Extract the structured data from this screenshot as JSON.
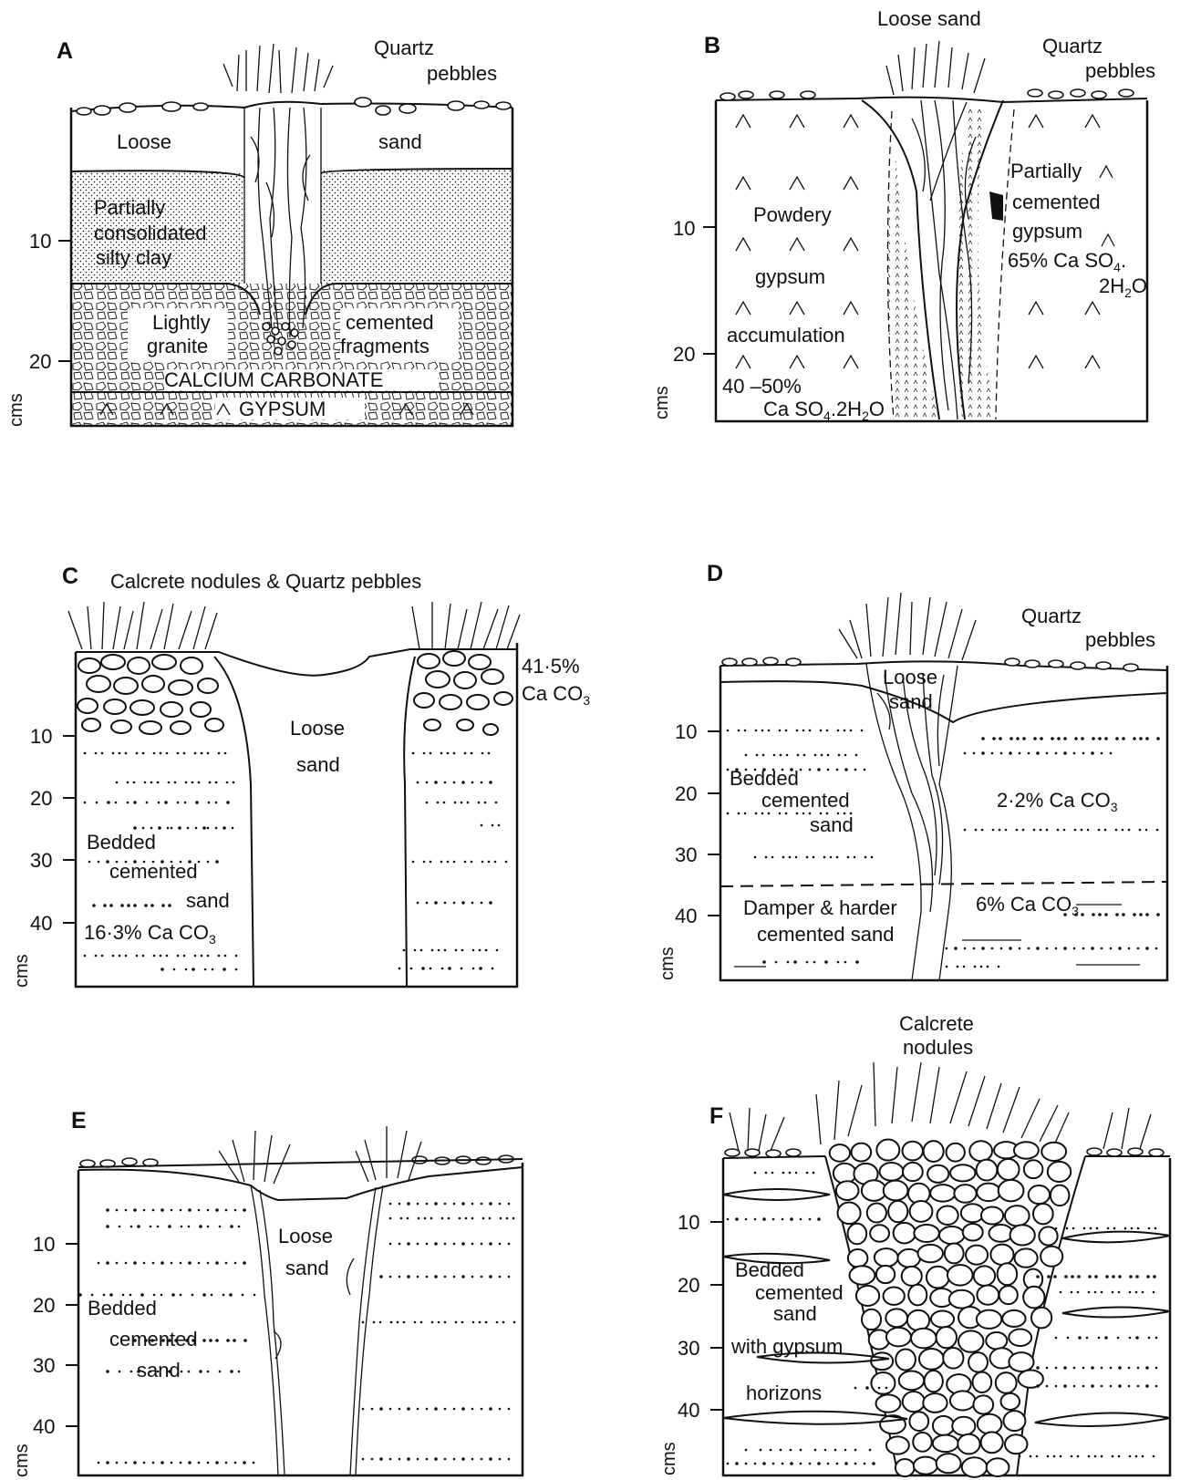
{
  "panels": {
    "A": {
      "letter": "A",
      "quartz_1": "Quartz",
      "quartz_2": "pebbles",
      "loose": "Loose",
      "sand": "sand",
      "pc_1": "Partially",
      "pc_2": "consolidated",
      "pc_3": "silty clay",
      "lg_1": "Lightly",
      "lg_2": "granite",
      "cf_1": "cemented",
      "cf_2": "fragments",
      "calcium": "CALCIUM CARBONATE",
      "gypsum": "GYPSUM",
      "ticks": [
        "10",
        "20"
      ],
      "cms": "cms"
    },
    "B": {
      "letter": "B",
      "loose_sand": "Loose sand",
      "quartz_1": "Quartz",
      "quartz_2": "pebbles",
      "powdery": "Powdery",
      "gypsum": "gypsum",
      "accumulation": "accumulation",
      "pct_1": "40 –50%",
      "pct_2_main": "Ca SO",
      "pct_2_sub": "4",
      "pct_2_tail": ".2H",
      "pct_2_sub2": "2",
      "pct_2_end": "O",
      "pcg_1": "Partially",
      "pcg_2": "cemented",
      "pcg_3": "gypsum",
      "pcg_4_main": "65% Ca SO",
      "pcg_4_sub": "4",
      "pcg_4_end": ".",
      "pcg_5_main": "2H",
      "pcg_5_sub": "2",
      "pcg_5_end": "O",
      "ticks": [
        "10",
        "20"
      ],
      "cms": "cms"
    },
    "C": {
      "letter": "C",
      "top_label": "Calcrete nodules & Quartz pebbles",
      "pct_1": "41·5%",
      "pct_2_main": "Ca CO",
      "pct_2_sub": "3",
      "loose": "Loose",
      "sand": "sand",
      "bedded": "Bedded",
      "cemented": "cemented",
      "sand2": "sand",
      "pct_3_main": "16·3% Ca CO",
      "pct_3_sub": "3",
      "ticks": [
        "10",
        "20",
        "30",
        "40"
      ],
      "cms": "cms"
    },
    "D": {
      "letter": "D",
      "quartz_1": "Quartz",
      "quartz_2": "pebbles",
      "loose": "Loose",
      "sand": "sand",
      "bedded": "Bedded",
      "cemented": "cemented",
      "sand2": "sand",
      "pct_1_main": "2·2% Ca CO",
      "pct_1_sub": "3",
      "damper": "Damper & harder",
      "cemented_sand": "cemented sand",
      "pct_2_main": "6% Ca CO",
      "pct_2_sub": "3",
      "ticks": [
        "10",
        "20",
        "30",
        "40"
      ],
      "cms": "cms"
    },
    "E": {
      "letter": "E",
      "loose": "Loose",
      "sand": "sand",
      "bedded": "Bedded",
      "cemented": "cemented",
      "sand2": "sand",
      "ticks": [
        "10",
        "20",
        "30",
        "40"
      ],
      "cms": "cms"
    },
    "F": {
      "letter": "F",
      "nod_1": "Calcrete",
      "nod_2": "nodules",
      "bedded": "Bedded",
      "cemented": "cemented",
      "sand": "sand",
      "with_gypsum": "with gypsum",
      "horizons": "horizons",
      "ticks": [
        "10",
        "20",
        "30",
        "40"
      ],
      "cms": "cms"
    }
  },
  "colors": {
    "ink": "#111111",
    "paper": "#ffffff"
  }
}
